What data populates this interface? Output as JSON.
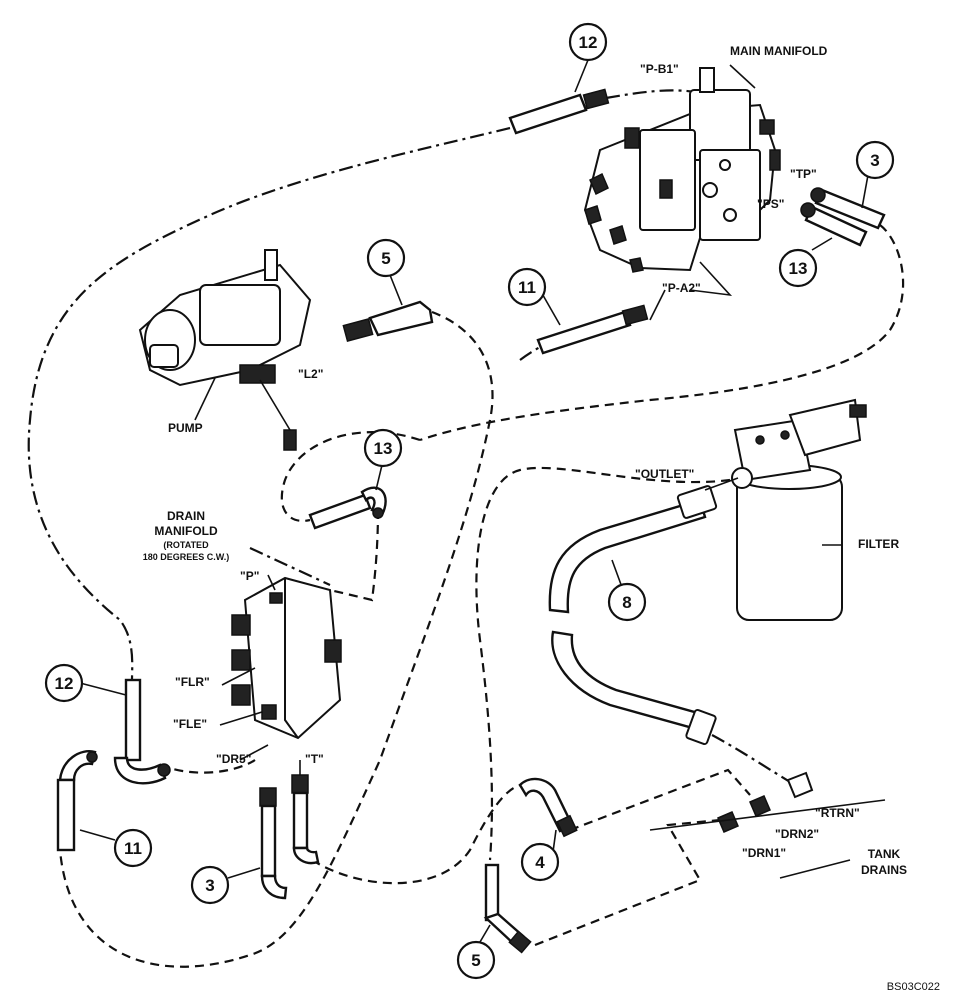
{
  "labels": {
    "main_manifold": "MAIN MANIFOLD",
    "pb1": "\"P-B1\"",
    "tp": "\"TP\"",
    "ps": "\"PS\"",
    "pa2": "\"P-A2\"",
    "l2": "\"L2\"",
    "pump": "PUMP",
    "outlet": "\"OUTLET\"",
    "filter": "FILTER",
    "drain_manifold_1": "DRAIN",
    "drain_manifold_2": "MANIFOLD",
    "drain_rotated_1": "(ROTATED",
    "drain_rotated_2": "180 DEGREES C.W.)",
    "p": "\"P\"",
    "flr": "\"FLR\"",
    "fle": "\"FLE\"",
    "dr5": "\"DR5\"",
    "t": "\"T\"",
    "rtrn": "\"RTRN\"",
    "drn2": "\"DRN2\"",
    "drn1": "\"DRN1\"",
    "tank_drains_1": "TANK",
    "tank_drains_2": "DRAINS",
    "figure_id": "BS03C022"
  },
  "callouts": [
    "12",
    "3",
    "13",
    "5",
    "11",
    "13",
    "8",
    "12",
    "11",
    "3",
    "4",
    "5"
  ]
}
